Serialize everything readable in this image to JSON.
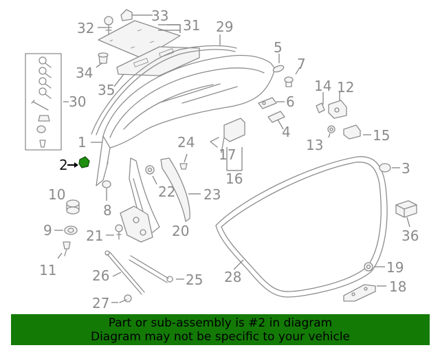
{
  "colors": {
    "banner_bg": "#137a06",
    "highlight_part": "#1f8f0f",
    "line": "#8c8c8c",
    "callout_text": "#8a8a8a"
  },
  "highlighted_part": "2",
  "banner": {
    "line1": "Part or sub-assembly is #2 in diagram",
    "line2": "Diagram may not be specific to your vehicle"
  },
  "callouts": {
    "n1": "1",
    "n2": "2",
    "n3": "3",
    "n4": "4",
    "n5": "5",
    "n6": "6",
    "n7": "7",
    "n8": "8",
    "n9": "9",
    "n10": "10",
    "n11": "11",
    "n12": "12",
    "n13": "13",
    "n14": "14",
    "n15": "15",
    "n16": "16",
    "n17": "17",
    "n18": "18",
    "n19": "19",
    "n20": "20",
    "n21": "21",
    "n22": "22",
    "n23": "23",
    "n24": "24",
    "n25": "25",
    "n26": "26",
    "n27": "27",
    "n28": "28",
    "n29": "29",
    "n30": "30",
    "n31": "31",
    "n32": "32",
    "n33": "33",
    "n34": "34",
    "n35": "35",
    "n36": "36"
  }
}
